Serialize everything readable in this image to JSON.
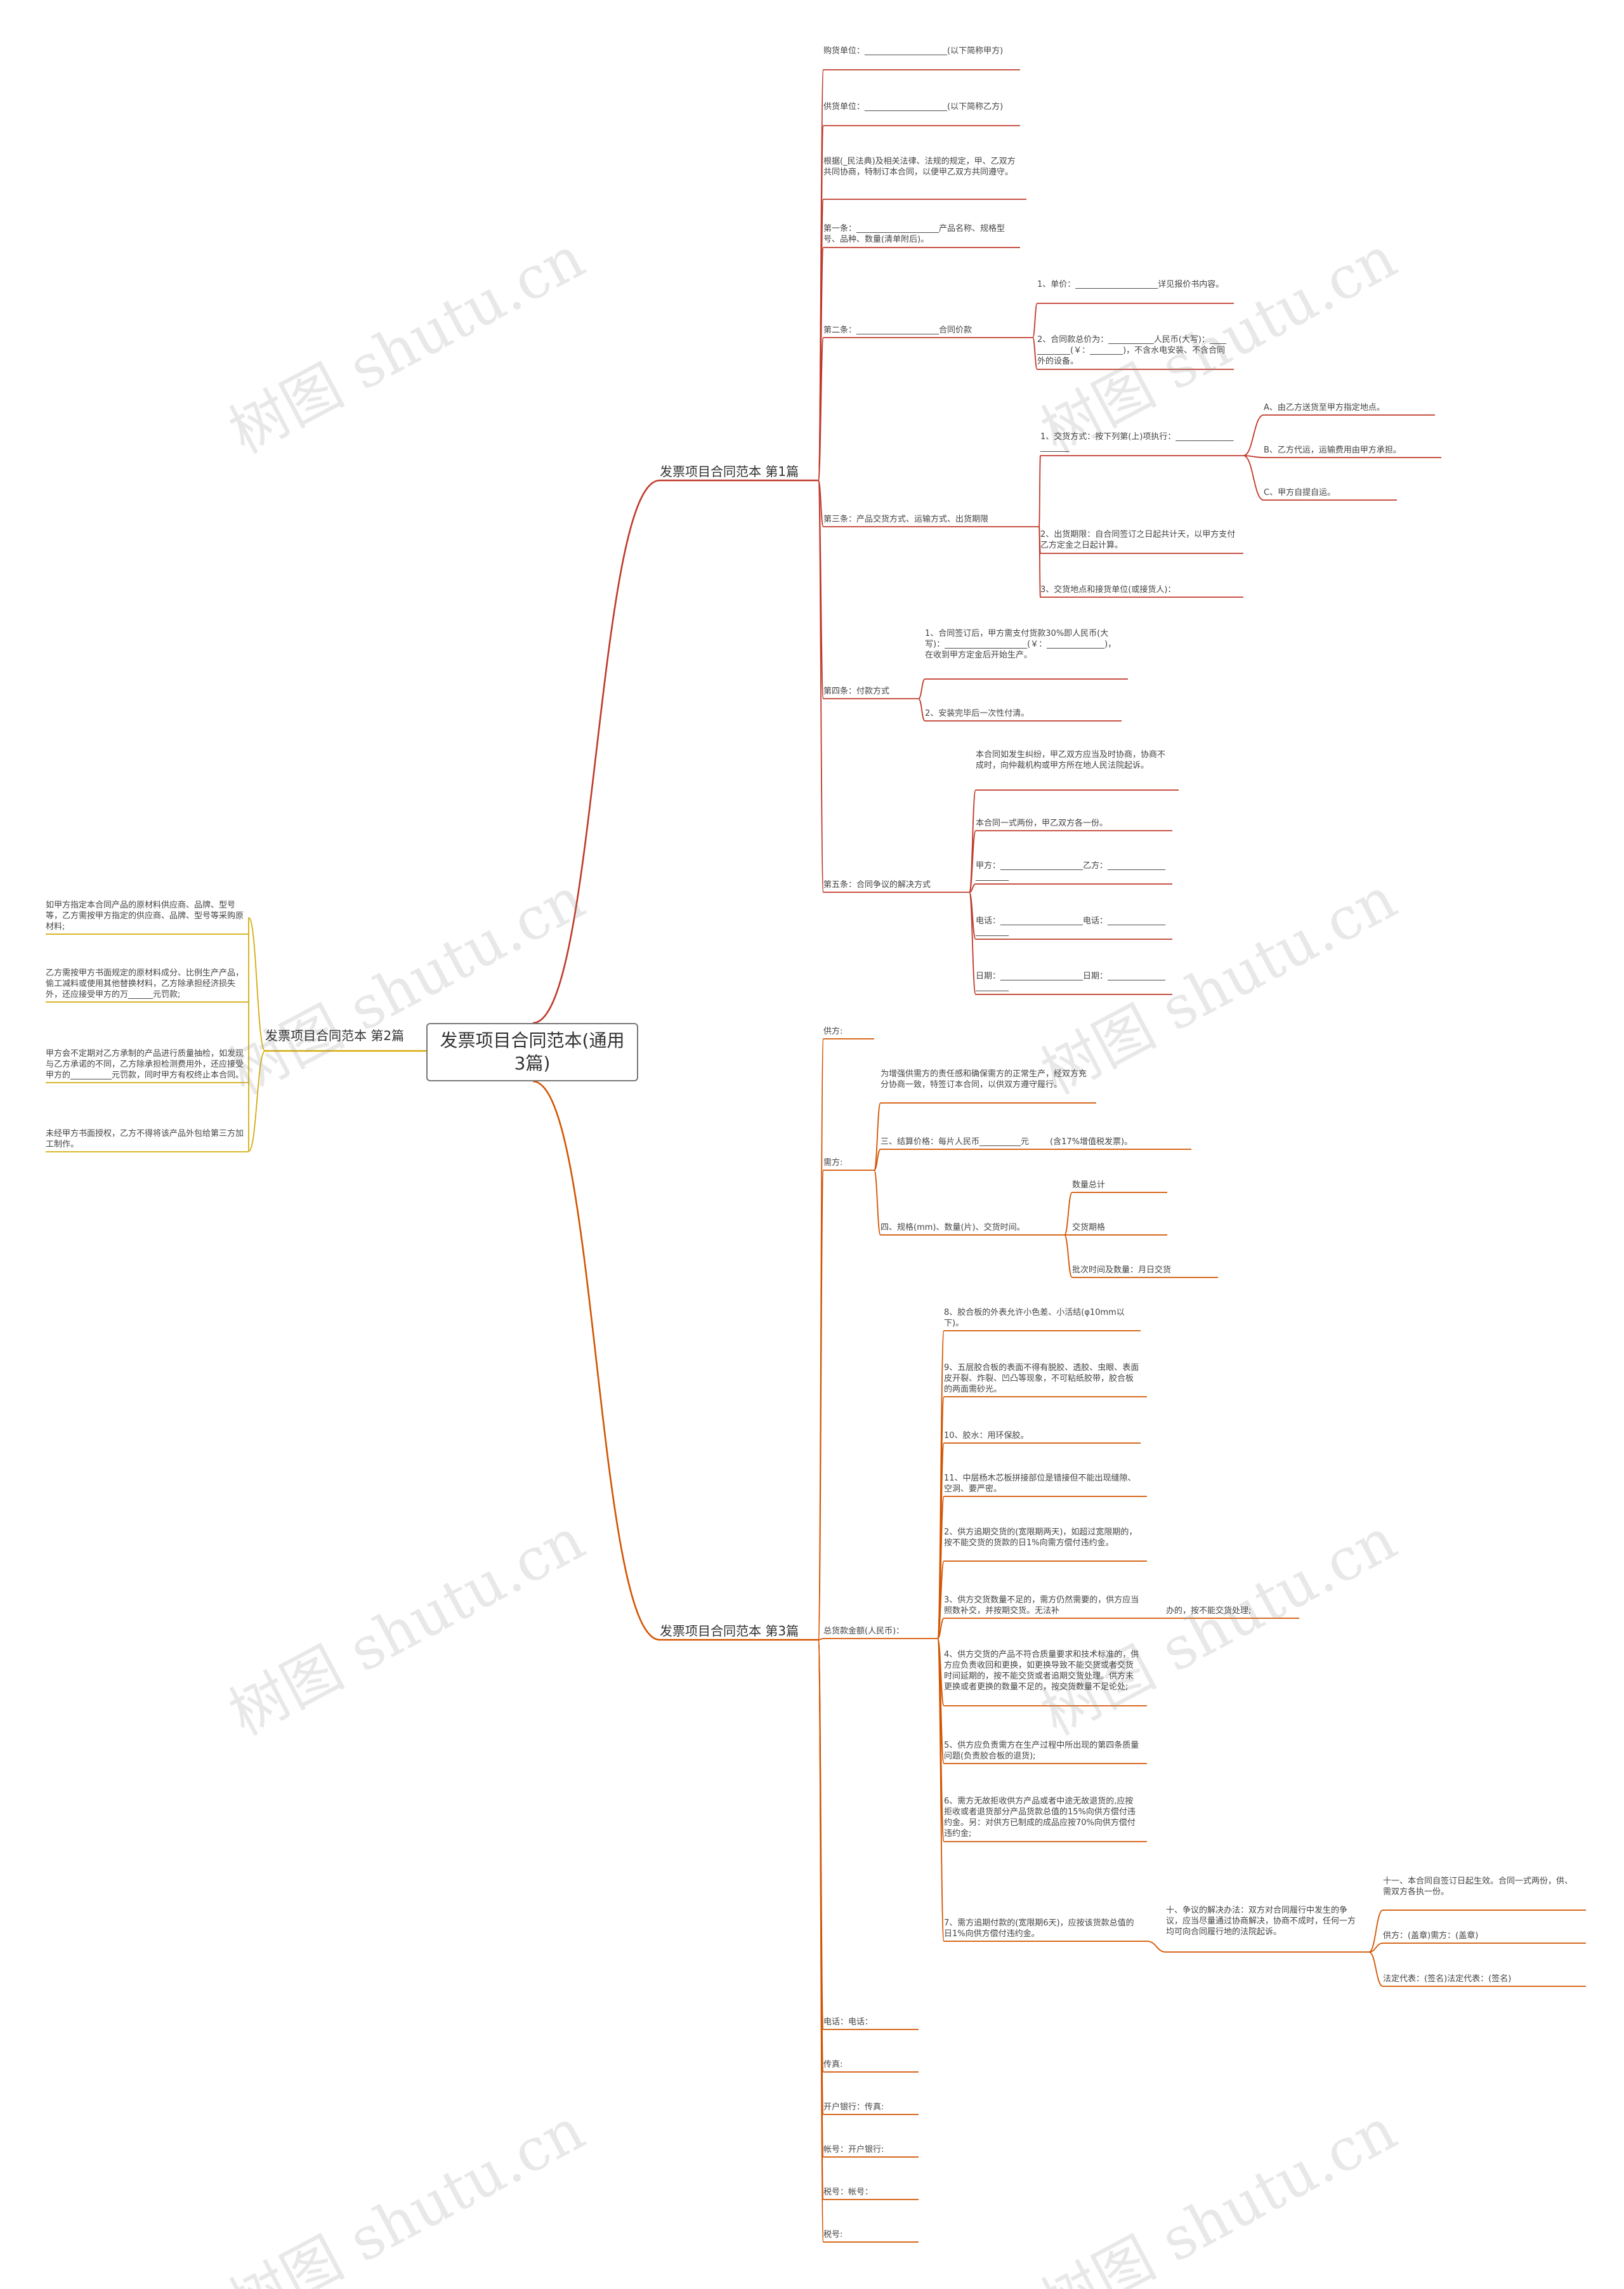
{
  "root": "发票项目合同范本(通用3篇)",
  "watermark": "树图 shutu.cn",
  "colors": {
    "b1": "#c0392b",
    "b2": "#d4ac0d",
    "b3": "#d35400",
    "root_border": "#777777",
    "text": "#444444"
  },
  "branches": [
    {
      "id": "b1",
      "label": "发票项目合同范本 第1篇"
    },
    {
      "id": "b2",
      "label": "发票项目合同范本 第2篇"
    },
    {
      "id": "b3",
      "label": "发票项目合同范本 第3篇"
    }
  ],
  "nodes": {
    "a1": "购货单位：____________________(以下简称甲方)",
    "a2": "供货单位：____________________(以下简称乙方)",
    "a3": "根据(_民法典)及相关法律、法规的规定，甲、乙双方共同协商，特制订本合同，以便甲乙双方共同遵守。",
    "a4": "第一条：____________________产品名称、规格型号、品种、数量(清单附后)。",
    "a5": "第二条：____________________合同价款",
    "a5a": "1、单价：____________________详见报价书内容。",
    "a5b": "2、合同款总价为：___________人民币(大写)：____________(￥：________)，不含水电安装、不含合同外的设备。",
    "a6": "第三条：产品交货方式、运输方式、出货期限",
    "a6a": "1、交货方式：按下列第(上)项执行：_____________________",
    "a6a1": "A、由乙方送货至甲方指定地点。",
    "a6a2": "B、乙方代运，运输费用由甲方承担。",
    "a6a3": "C、甲方自提自运。",
    "a6b": "2、出货期限：自合同签订之日起共计天，以甲方支付乙方定金之日起计算。",
    "a6c": "3、交货地点和接货单位(或接货人)：",
    "a7": "第四条：付款方式",
    "a7a": "1、合同签订后，甲方需支付货款30%即人民币(大写)：____________________(￥：______________)，在收到甲方定金后开始生产。",
    "a7b": "2、安装完毕后一次性付清。",
    "a8": "第五条：合同争议的解决方式",
    "a8a": "本合同如发生纠纷，甲乙双方应当及时协商，协商不成时，向仲裁机构或甲方所在地人民法院起诉。",
    "a8b": "本合同一式两份，甲乙双方各一份。",
    "a8c": "甲方：____________________乙方：______________________",
    "a8d": "电话：____________________电话：______________________",
    "a8e": "日期：____________________日期：______________________",
    "b2a": "如甲方指定本合同产品的原材料供应商、品牌、型号等，乙方需按甲方指定的供应商、品牌、型号等采购原材料;",
    "b2b": "乙方需按甲方书面规定的原材料成分、比例生产产品，偷工减料或使用其他替换材料，乙方除承担经济损失外，还应接受甲方的万______元罚款;",
    "b2c": "甲方会不定期对乙方承制的产品进行质量抽检，如发现与乙方承诺的不同，乙方除承担检测费用外，还应接受甲方的__________元罚款，同时甲方有权终止本合同。",
    "b2d": "未经甲方书面授权，乙方不得将该产品外包给第三方加工制作。",
    "c1": "供方:",
    "c2": "需方:",
    "c2a": "为增强供需方的责任感和确保需方的正常生产，经双方充分协商一致，特签订本合同，以供双方遵守履行。",
    "c2b": "三、结算价格：每片人民币__________元        (含17%增值税发票)。",
    "c2c": "四、规格(mm)、数量(片)、交货时间。",
    "c2c1": "数量总计",
    "c2c2": "交货期格",
    "c2c3": "批次时间及数量：月日交货",
    "c3": "总货款金额(人民币)：",
    "c3a": "8、胶合板的外表允许小色差、小活结(φ10mm以下)。",
    "c3b": "9、五层胶合板的表面不得有脱胶、透胶、虫眼、表面皮开裂、炸裂、凹凸等现象，不可粘纸胶带，胶合板的两面需砂光。",
    "c3c": "10、胶水：用环保胶。",
    "c3d": "11、中层杨木芯板拼接部位是错接但不能出现缝隙、空洞、要严密。",
    "c3e": "2、供方追期交货的(宽限期两天)，如超过宽限期的，按不能交货的货款的日1%向需方偿付违约金。",
    "c3f": "3、供方交货数量不足的，需方仍然需要的，供方应当照数补交，并按期交货。无法补",
    "c3f1": "办的，按不能交货处理;",
    "c3g": "4、供方交货的产品不符合质量要求和技术标准的，供方应负责收回和更换，如更换导致不能交货或者交货时间延期的，按不能交货或者追期交货处理。供方未更换或者更换的数量不足的，按交货数量不足论处;",
    "c3h": "5、供方应负责需方在生产过程中所出现的第四条质量问题(负责胶合板的退货);",
    "c3i": "6、需方无故拒收供方产品或者中途无故退货的,应按拒收或者退货部分产品货款总值的15%向供方偿付违约金。另：对供方已制成的成品应按70%向供方偿付违约金;",
    "c3j": "7、需方追期付款的(宽限期6天)，应按该货款总值的日1%向供方偿付违约金。",
    "c3j1": "十、争议的解决办法：双方对合同履行中发生的争议，应当尽量通过协商解决，协商不成时，任何一方均可向合同履行地的法院起诉。",
    "c3j1a": "十一、本合同自签订日起生效。合同一式两份，供、需双方各执一份。",
    "c3j1b": "供方：(盖章)需方：(盖章)",
    "c3j1c": "法定代表：(签名)法定代表：(签名)",
    "c4": "电话：电话：",
    "c5": "传真:",
    "c6": "开户银行：传真:",
    "c7": "帐号：开户银行:",
    "c8": "税号：帐号：",
    "c9": "税号:"
  }
}
